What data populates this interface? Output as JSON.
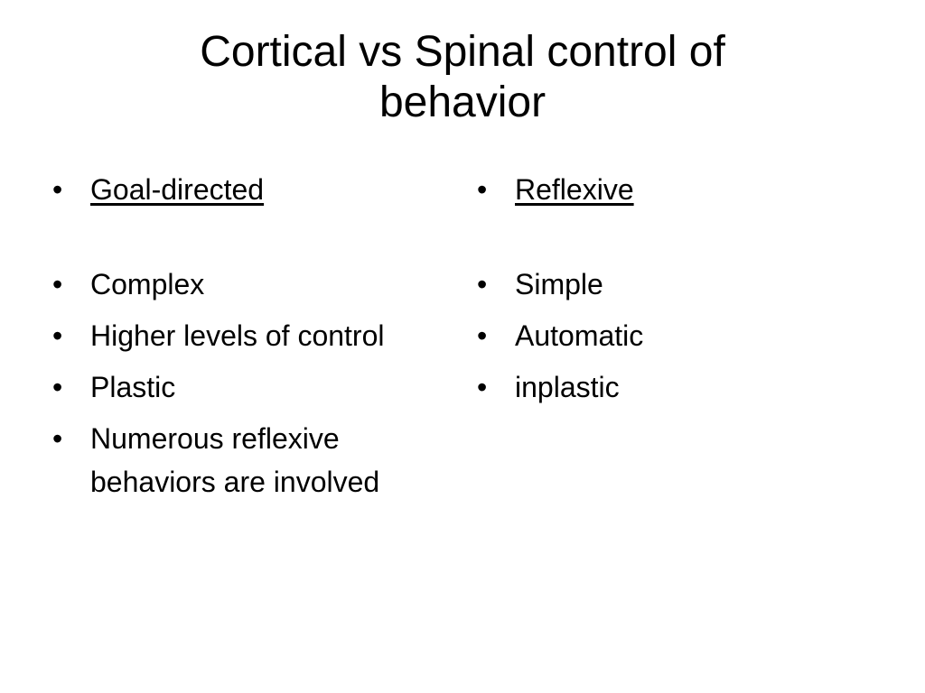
{
  "title": {
    "line1": "Cortical vs Spinal control of",
    "line2": "behavior"
  },
  "bullet_glyph": "•",
  "left_column": {
    "heading": "Goal-directed",
    "items": [
      "Complex",
      "Higher levels of control",
      "Plastic",
      "Numerous reflexive behaviors are involved"
    ]
  },
  "right_column": {
    "heading": "Reflexive",
    "items": [
      "Simple",
      "Automatic",
      "inplastic"
    ]
  }
}
